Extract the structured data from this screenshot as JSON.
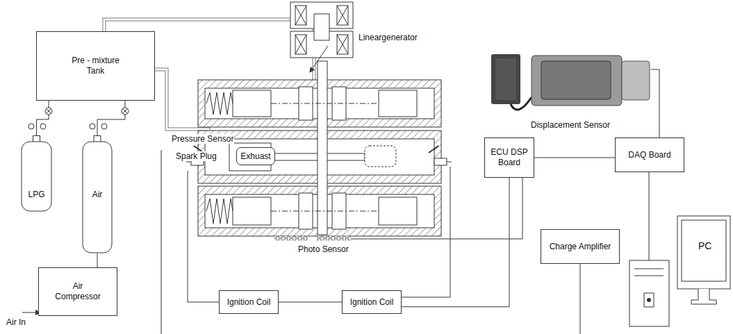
{
  "diagram": {
    "nodes": [
      {
        "text": [
          "Pre - mixture Tank"
        ]
      },
      {
        "text": [
          "LPG"
        ]
      },
      {
        "text": [
          "Air"
        ]
      },
      {
        "text": [
          "Air Compressor"
        ]
      },
      {
        "text": [
          "Exhuast"
        ]
      },
      {
        "text": [
          "Ignition Coil"
        ]
      },
      {
        "text": [
          "Ignition Coil"
        ]
      },
      {
        "text": [
          "Displacement Sensor"
        ]
      },
      {
        "text": [
          "ECU DSP Board"
        ]
      },
      {
        "text": [
          "DAQ Board"
        ]
      },
      {
        "text": [
          "Charge Amplifier"
        ]
      },
      {
        "text": [
          "PC"
        ]
      }
    ],
    "edges": [
      {
        "from": 3,
        "to": 2,
        "arrow": "none"
      },
      {
        "from": 1,
        "to": 0,
        "arrow": "none"
      },
      {
        "from": 2,
        "to": 0,
        "arrow": "none"
      },
      {
        "from": 7,
        "to": 9,
        "arrow": "none"
      },
      {
        "from": 8,
        "to": 9,
        "arrow": "none"
      },
      {
        "from": 9,
        "to": 11,
        "arrow": "none"
      },
      {
        "from": 5,
        "to": 6,
        "arrow": "none"
      },
      {
        "from": 6,
        "to": 8,
        "arrow": "none"
      }
    ],
    "labels": [
      "Lineargenerator",
      "Pressure Sensor",
      "Spark Plug",
      "Photo Sensor",
      "Air In"
    ]
  }
}
